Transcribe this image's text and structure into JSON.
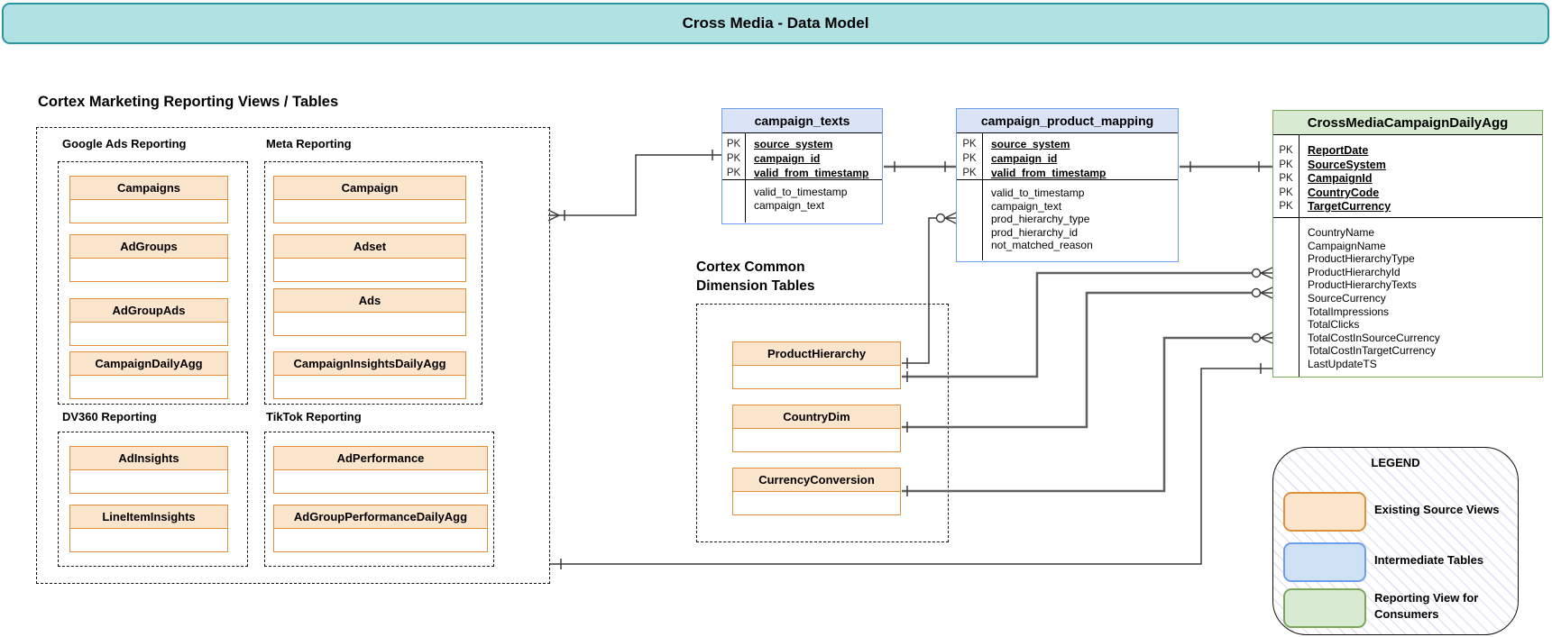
{
  "banner": {
    "title": "Cross Media - Data Model"
  },
  "sections": {
    "marketing": {
      "title": "Cortex Marketing Reporting Views / Tables",
      "groups": [
        {
          "label": "Google Ads Reporting",
          "tables": [
            "Campaigns",
            "AdGroups",
            "AdGroupAds",
            "CampaignDailyAgg"
          ]
        },
        {
          "label": "Meta Reporting",
          "tables": [
            "Campaign",
            "Adset",
            "Ads",
            "CampaignInsightsDailyAgg"
          ]
        },
        {
          "label": "DV360 Reporting",
          "tables": [
            "AdInsights",
            "LineItemInsights"
          ]
        },
        {
          "label": "TikTok Reporting",
          "tables": [
            "AdPerformance",
            "AdGroupPerformanceDailyAgg"
          ]
        }
      ]
    },
    "dimensions": {
      "title_line1": "Cortex Common",
      "title_line2": "Dimension Tables",
      "tables": [
        "ProductHierarchy",
        "CountryDim",
        "CurrencyConversion"
      ]
    }
  },
  "entities": {
    "campaign_texts": {
      "title": "campaign_texts",
      "pk_label": "PK",
      "pk_fields": [
        "source_system",
        "campaign_id",
        "valid_from_timestamp"
      ],
      "fields": [
        "valid_to_timestamp",
        "campaign_text"
      ]
    },
    "campaign_product_mapping": {
      "title": "campaign_product_mapping",
      "pk_label": "PK",
      "pk_fields": [
        "source_system",
        "campaign_id",
        "valid_from_timestamp"
      ],
      "fields": [
        "valid_to_timestamp",
        "campaign_text",
        "prod_hierarchy_type",
        "prod_hierarchy_id",
        "not_matched_reason"
      ]
    },
    "cross_media": {
      "title": "CrossMediaCampaignDailyAgg",
      "pk_label": "PK",
      "pk_fields": [
        "ReportDate",
        "SourceSystem",
        "CampaignId",
        "CountryCode",
        "TargetCurrency"
      ],
      "fields": [
        "CountryName",
        "CampaignName",
        "ProductHierarchyType",
        "ProductHierarchyId",
        "ProductHierarchyTexts",
        "SourceCurrency",
        "TotalImpressions",
        "TotalClicks",
        "TotalCostInSourceCurrency",
        "TotalCostInTargetCurrency",
        "LastUpdateTS"
      ]
    }
  },
  "legend": {
    "title": "LEGEND",
    "items": [
      {
        "fill": "#fce5cd",
        "border": "#e09138",
        "label": "Existing Source Views"
      },
      {
        "fill": "#cfe2f3",
        "border": "#6d9eeb",
        "label": "Intermediate Tables"
      },
      {
        "fill": "#d9ead3",
        "border": "#79a859",
        "label": "Reporting View for Consumers"
      }
    ]
  },
  "colors": {
    "banner_fill": "#b2e1e4",
    "banner_border": "#2b96a3",
    "source_fill": "#fce5cd",
    "source_border": "#e09138",
    "intermediate_fill": "#dae4f6",
    "intermediate_border": "#6d9eeb",
    "reporting_fill": "#d9ead3",
    "reporting_border": "#79a859",
    "wire_thin": "#3a3a3a",
    "wire_thick": "#616161"
  }
}
